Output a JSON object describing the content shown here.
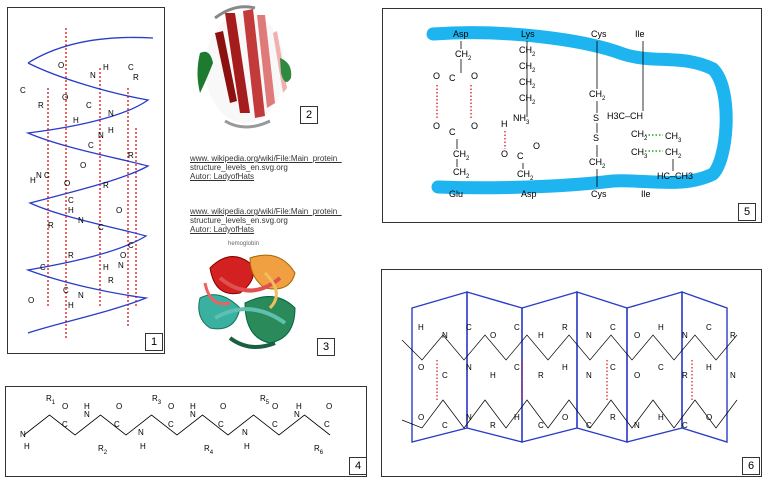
{
  "panels": {
    "p1": {
      "number": "1"
    },
    "p2": {
      "number": "2"
    },
    "p3": {
      "number": "3",
      "caption": "hemoglobin"
    },
    "p4": {
      "number": "4"
    },
    "p5": {
      "number": "5"
    },
    "p6": {
      "number": "6"
    }
  },
  "references": [
    {
      "line1": "www. wikipedia.org/wiki/File:Main_protein_",
      "line2": "structure_levels_en.svg.org",
      "line3": "Autor: LadyofHats"
    },
    {
      "line1": "www. wikipedia.org/wiki/File:Main_protein_",
      "line2": "structure_levels_en.svg.org",
      "line3": "Autor: LadyofHats"
    }
  ],
  "helix_labels": [
    "O",
    "N",
    "H",
    "C",
    "R",
    "O",
    "C",
    "N",
    "R",
    "C",
    "H",
    "H",
    "N",
    "C",
    "O",
    "R",
    "O",
    "C",
    "N",
    "H",
    "C",
    "R",
    "H",
    "O",
    "N",
    "C",
    "R",
    "O",
    "C",
    "N",
    "H",
    "R",
    "C",
    "O",
    "C",
    "N",
    "H",
    "R"
  ],
  "sheet_labels": [
    "H",
    "N",
    "C",
    "O",
    "C",
    "H",
    "R",
    "N",
    "C",
    "O",
    "H",
    "N",
    "C",
    "R",
    "O",
    "C",
    "N",
    "H",
    "C",
    "R",
    "H",
    "N",
    "C",
    "O",
    "C",
    "R",
    "H",
    "N",
    "O",
    "C",
    "N",
    "R",
    "H",
    "C",
    "O",
    "C",
    "R",
    "N",
    "H",
    "C",
    "O"
  ],
  "chain": {
    "r_labels": [
      "R1",
      "R2",
      "R3",
      "R4",
      "R5",
      "R6"
    ],
    "atoms": [
      "N",
      "H",
      "C",
      "O",
      "N",
      "H",
      "C",
      "O",
      "N",
      "H",
      "C",
      "O",
      "N",
      "H",
      "C",
      "O",
      "N",
      "H",
      "C",
      "O",
      "N",
      "H",
      "C",
      "O"
    ]
  },
  "tertiary": {
    "residues_top": [
      "Asp",
      "Lys",
      "Cys",
      "Ile"
    ],
    "residues_bottom": [
      "Glu",
      "Asp",
      "Cys",
      "Ile"
    ],
    "groups": {
      "ch2": "CH2",
      "o": "O",
      "c": "C",
      "nh3": "NH3",
      "s": "S",
      "ch": "CH",
      "ch3": "CH3",
      "h3c_ch": "H3C–CH",
      "hc_ch3": "HC–CH3"
    }
  }
}
